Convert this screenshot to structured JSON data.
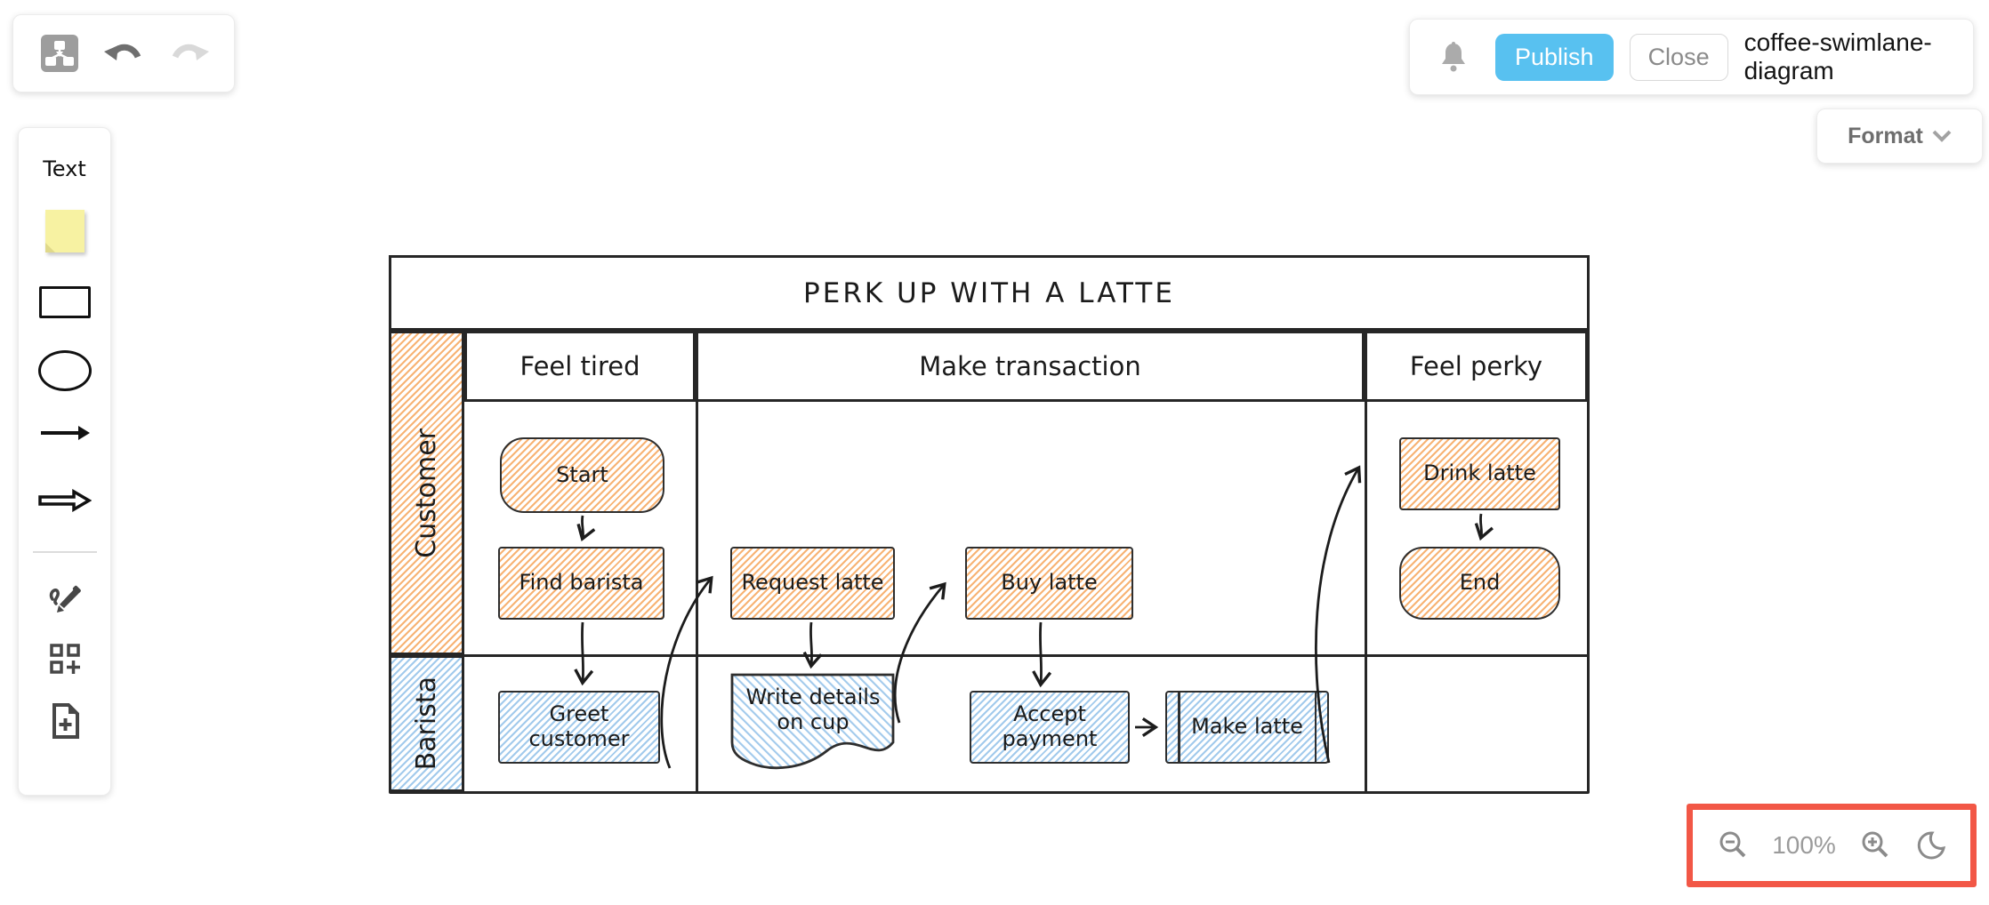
{
  "topbar": {
    "bell_icon": "notification-bell",
    "publish_label": "Publish",
    "close_label": "Close",
    "filename": "coffee-swimlane-diagram",
    "publish_color": "#58c1f0"
  },
  "header_toolbar": {
    "icons": [
      "diagram-logo",
      "undo",
      "redo"
    ]
  },
  "format_button": {
    "label": "Format",
    "chevron_icon": "chevron-down"
  },
  "sidebar": {
    "text_tool_label": "Text",
    "tools": [
      "sticky-note",
      "rectangle",
      "ellipse",
      "thin-arrow",
      "block-arrow",
      "freehand-pencil",
      "shapes-grid-plus",
      "new-page-file-plus"
    ],
    "sticky_note_color": "#f7f2a2"
  },
  "zoom_controls": {
    "zoom_level": "100%",
    "zoom_out_icon": "magnifier-minus",
    "zoom_in_icon": "magnifier-plus",
    "dark_mode_icon": "moon",
    "highlight_color": "#f25746"
  },
  "diagram": {
    "title": "PERK UP WITH A LATTE",
    "phases": [
      {
        "label": "Feel tired"
      },
      {
        "label": "Make transaction"
      },
      {
        "label": "Feel perky"
      }
    ],
    "lanes": [
      {
        "label": "Customer",
        "color": "orange"
      },
      {
        "label": "Barista",
        "color": "blue"
      }
    ],
    "nodes": [
      {
        "id": "start",
        "label": "Start",
        "shape": "rounded",
        "lane": "Customer",
        "phase": "Feel tired",
        "fill": "orange"
      },
      {
        "id": "find-barista",
        "label": "Find barista",
        "shape": "rectangle",
        "lane": "Customer",
        "phase": "Feel tired",
        "fill": "orange"
      },
      {
        "id": "request-latte",
        "label": "Request latte",
        "shape": "rectangle",
        "lane": "Customer",
        "phase": "Make transaction",
        "fill": "orange"
      },
      {
        "id": "buy-latte",
        "label": "Buy latte",
        "shape": "rectangle",
        "lane": "Customer",
        "phase": "Make transaction",
        "fill": "orange"
      },
      {
        "id": "drink-latte",
        "label": "Drink latte",
        "shape": "rectangle",
        "lane": "Customer",
        "phase": "Feel perky",
        "fill": "orange"
      },
      {
        "id": "end",
        "label": "End",
        "shape": "rounded",
        "lane": "Customer",
        "phase": "Feel perky",
        "fill": "orange"
      },
      {
        "id": "greet-customer",
        "label": "Greet customer",
        "shape": "rectangle",
        "lane": "Barista",
        "phase": "Feel tired",
        "fill": "blue"
      },
      {
        "id": "write-details",
        "label": "Write details on cup",
        "shape": "document",
        "lane": "Barista",
        "phase": "Make transaction",
        "fill": "blue"
      },
      {
        "id": "accept-payment",
        "label": "Accept payment",
        "shape": "rectangle",
        "lane": "Barista",
        "phase": "Make transaction",
        "fill": "blue"
      },
      {
        "id": "make-latte",
        "label": "Make latte",
        "shape": "process",
        "lane": "Barista",
        "phase": "Make transaction",
        "fill": "blue"
      }
    ],
    "edges": [
      {
        "from": "Start",
        "to": "Find barista"
      },
      {
        "from": "Find barista",
        "to": "Greet customer"
      },
      {
        "from": "Greet customer",
        "to": "Request latte"
      },
      {
        "from": "Request latte",
        "to": "Write details on cup"
      },
      {
        "from": "Write details on cup",
        "to": "Buy latte"
      },
      {
        "from": "Buy latte",
        "to": "Accept payment"
      },
      {
        "from": "Accept payment",
        "to": "Make latte"
      },
      {
        "from": "Make latte",
        "to": "Drink latte"
      },
      {
        "from": "Drink latte",
        "to": "End"
      }
    ]
  }
}
